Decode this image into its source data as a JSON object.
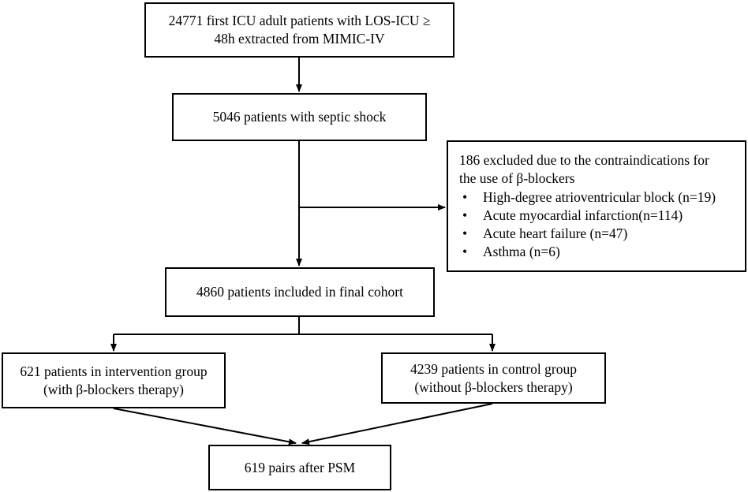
{
  "diagram": {
    "source_box": {
      "lines": [
        "24771 first ICU adult patients with LOS-ICU ≥",
        "48h extracted from MIMIC-IV"
      ]
    },
    "septic_box": {
      "lines": [
        "5046 patients with septic shock"
      ]
    },
    "excluded_box": {
      "heading": [
        "186 excluded due to the contraindications for",
        "the use of β-blockers"
      ],
      "bullet": "•",
      "items": [
        "High-degree atrioventricular block (n=19)",
        "Acute myocardial infarction(n=114)",
        "Acute heart failure (n=47)",
        "Asthma (n=6)"
      ]
    },
    "final_cohort_box": {
      "lines": [
        "4860 patients included in final cohort"
      ]
    },
    "intervention_box": {
      "lines": [
        "621 patients in intervention group",
        "(with β-blockers therapy)"
      ]
    },
    "control_box": {
      "lines": [
        "4239 patients in control group",
        "(without β-blockers therapy)"
      ]
    },
    "psm_box": {
      "lines": [
        "619 pairs after PSM"
      ]
    },
    "colors": {
      "line": "#000000",
      "box_border": "#000000",
      "background": "#ffffff"
    }
  }
}
